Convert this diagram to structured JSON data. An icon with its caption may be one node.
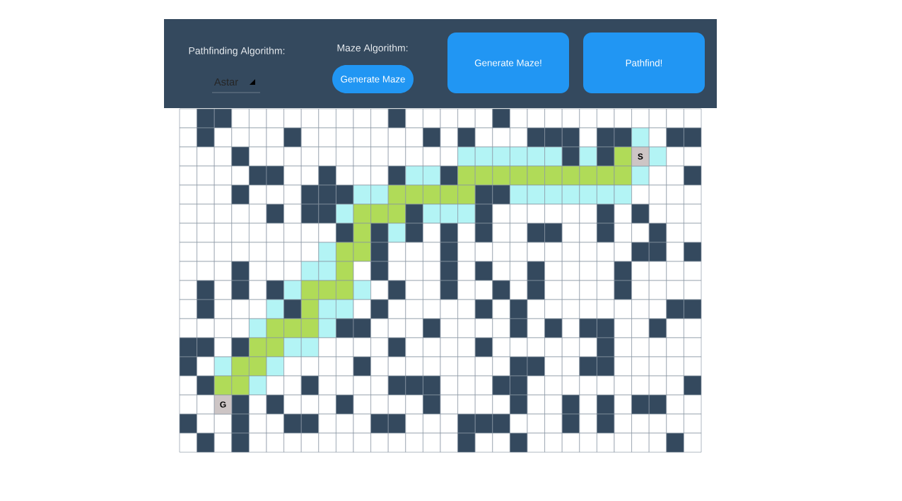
{
  "diagram": {
    "labels": [
      "Pathfinding Algorithm:",
      "Maze Algorithm:",
      "Generate Maze!",
      "Pathfind!",
      "Astar",
      "Generate Maze",
      "S",
      "G"
    ]
  }
}
